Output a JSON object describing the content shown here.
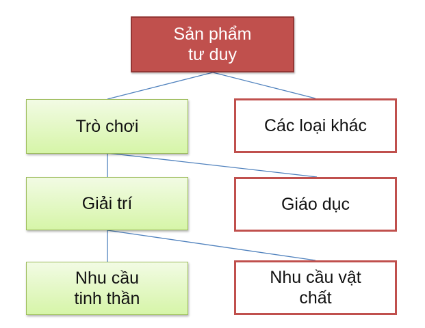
{
  "diagram": {
    "root": {
      "label": "Sản phẩm\ntư duy",
      "fill": "#c0504d"
    },
    "left_column": [
      {
        "label": "Trò chơi"
      },
      {
        "label": "Giải trí"
      },
      {
        "label": "Nhu cầu\ntinh thần"
      }
    ],
    "right_column": [
      {
        "label": "Các loại khác"
      },
      {
        "label": "Giáo dục"
      },
      {
        "label": "Nhu cầu vật\nchất"
      }
    ],
    "colors": {
      "root_fill": "#c0504d",
      "green_fill": "#d6f5a8",
      "green_border": "#9bbb59",
      "red_border": "#c0504d",
      "connector": "#4f81bd"
    },
    "edges": [
      [
        "Sản phẩm tư duy",
        "Trò chơi"
      ],
      [
        "Sản phẩm tư duy",
        "Các loại khác"
      ],
      [
        "Trò chơi",
        "Giải trí"
      ],
      [
        "Trò chơi",
        "Giáo dục"
      ],
      [
        "Giải trí",
        "Nhu cầu tinh thần"
      ],
      [
        "Giải trí",
        "Nhu cầu vật chất"
      ]
    ]
  }
}
